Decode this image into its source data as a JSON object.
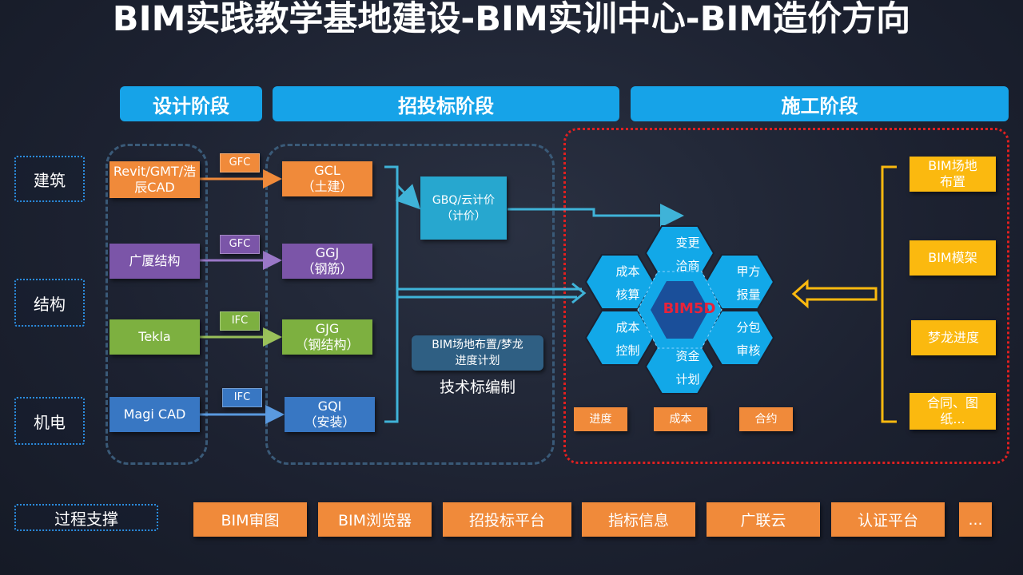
{
  "title": "BIM实践教学基地建设-BIM实训中心-BIM造价方向",
  "phases": {
    "design": "设计阶段",
    "bidding": "招投标阶段",
    "construction": "施工阶段"
  },
  "disciplines": {
    "architecture": "建筑",
    "structure": "结构",
    "mep": "机电",
    "process_support": "过程支撑"
  },
  "design_tools": {
    "revit": "Revit/GMT/浩辰CAD",
    "guangsha": "广厦结构",
    "tekla": "Tekla",
    "magi": "Magi CAD"
  },
  "formats": {
    "f1": "GFC",
    "f2": "GFC",
    "f3": "IFC",
    "f4": "IFC"
  },
  "bid_tools": {
    "gcl": "GCL\n（土建）",
    "ggj": "GGJ\n（钢筋）",
    "gjg": "GJG\n（钢结构）",
    "gqi": "GQI\n（安装）",
    "gbq": "GBQ/云计价\n（计价）",
    "site_plan": "BIM场地布置/梦龙\n进度计划",
    "tech_bid": "技术标编制"
  },
  "bim5d": {
    "center": "BIM5D",
    "cells": {
      "top": "变更\n洽商",
      "top_left": "成本\n核算",
      "top_right": "甲方\n报量",
      "bottom_left": "成本\n控制",
      "bottom_right": "分包\n审核",
      "bottom": "资金\n计划"
    }
  },
  "outputs": {
    "progress": "进度",
    "cost": "成本",
    "contract": "合约"
  },
  "construction_inputs": {
    "site": "BIM场地\n布置",
    "formwork": "BIM模架",
    "menglong": "梦龙进度",
    "contract_docs": "合同、图\n纸..."
  },
  "support_tools": [
    "BIM审图",
    "BIM浏览器",
    "招投标平台",
    "指标信息",
    "广联云",
    "认证平台",
    "..."
  ],
  "colors": {
    "phase_blue": "#16a3e8",
    "orange": "#f08a3a",
    "purple": "#7b55a8",
    "green": "#7db040",
    "blue": "#3877c3",
    "cyan": "#27a7cf",
    "yellow": "#fbb90f",
    "red_border": "#e02020",
    "hex_light": "#12a8e8",
    "hex_center": "#1a4f9a",
    "bim5d_text": "#e8233a"
  }
}
